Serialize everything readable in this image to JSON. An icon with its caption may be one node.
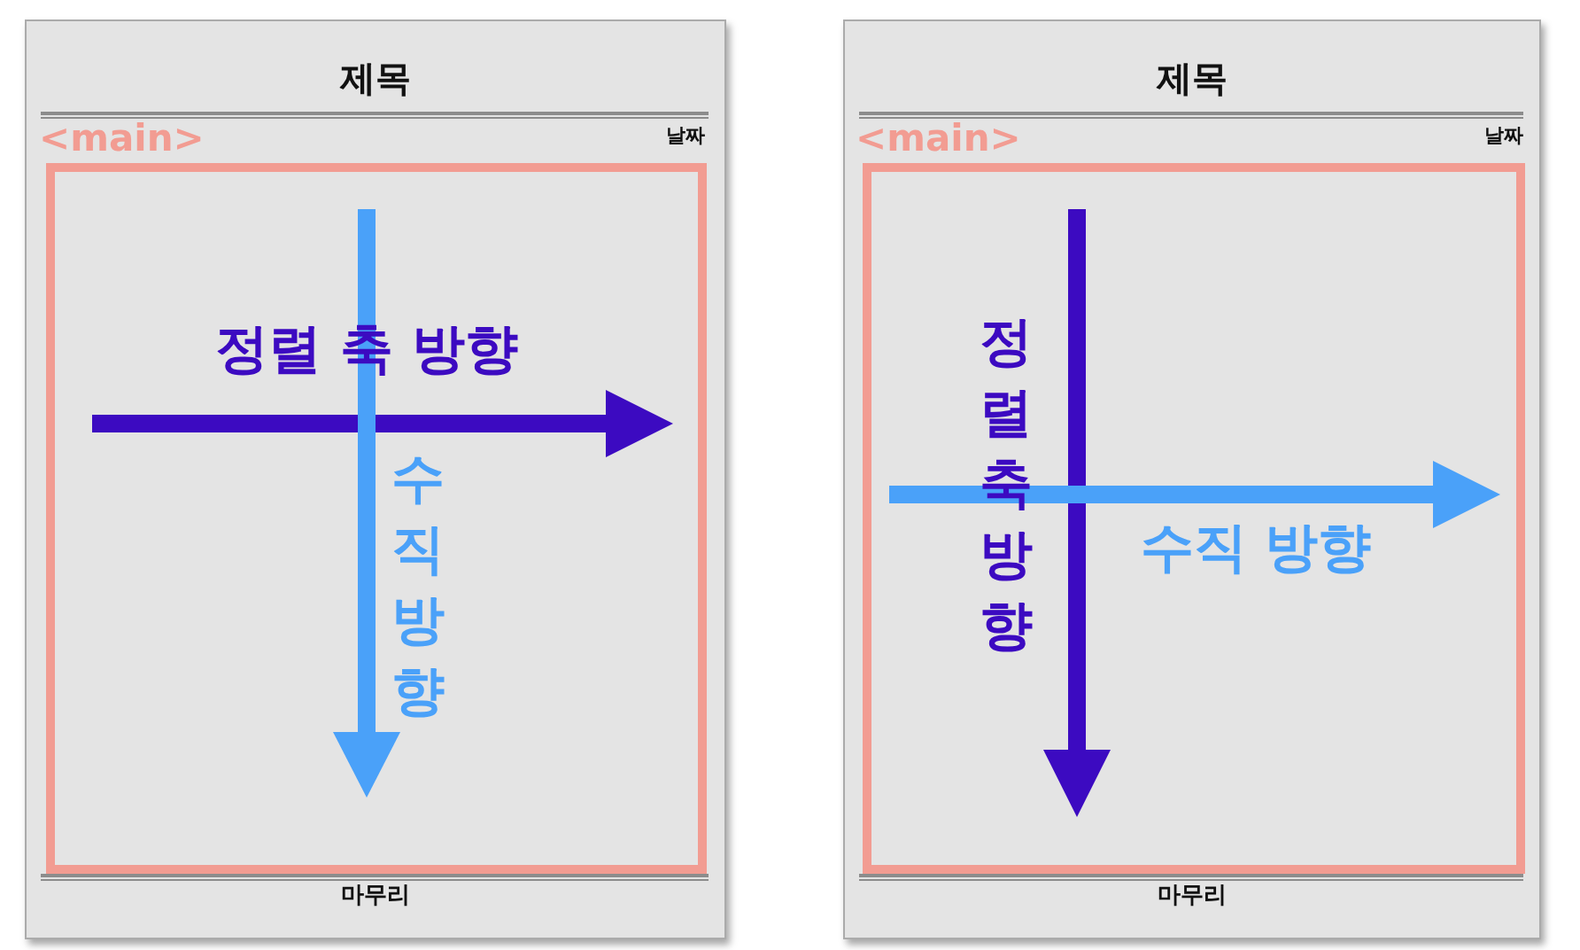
{
  "diagram": {
    "nodes": [
      {
        "text": [
          "제목",
          "날짜",
          "마무리"
        ]
      },
      {
        "text": [
          "<main>",
          "정렬 축 방향",
          "수직 방향"
        ],
        "in": 0
      },
      {
        "text": [
          "제목",
          "날짜",
          "마무리"
        ]
      },
      {
        "text": [
          "<main>",
          "정렬 축 방향",
          "수직 방향"
        ],
        "in": 2
      }
    ]
  }
}
